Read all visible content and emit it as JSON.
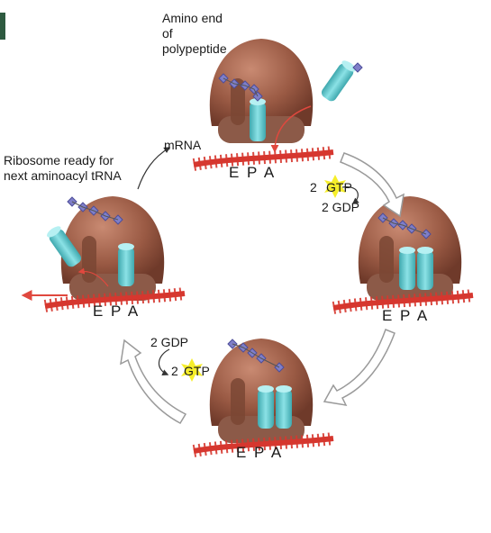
{
  "labels": {
    "amino_end": [
      "Amino end",
      "of",
      "polypeptide"
    ],
    "mrna": "mRNA",
    "ribosome_ready": [
      "Ribosome ready for",
      "next aminoacyl tRNA"
    ],
    "site_labels": "E P A",
    "gtp_step_1": {
      "count": "2",
      "gtp": "GTP",
      "gdp": "2 GDP"
    },
    "gtp_step_2": {
      "count": "2",
      "gtp": "GTP",
      "gdp": "2  GDP"
    }
  },
  "colors": {
    "ribosome": "#9a5a44",
    "ribosome_dark": "#6f3a2a",
    "ribosome_lower": "#8c5a48",
    "trna": "#5cc6cc",
    "trna_dark": "#2f8f96",
    "mrna": "#d6372f",
    "peptide": "#7f7fc8",
    "gtp_star": "#f6ee2a",
    "arrow": "#9a9a9a",
    "corner_mark": "#2e5a40"
  },
  "icons": [
    "ribosome-icon",
    "trna-icon",
    "amino-acid-chain-icon",
    "gtp-star-icon",
    "cycle-arrow-icon"
  ]
}
